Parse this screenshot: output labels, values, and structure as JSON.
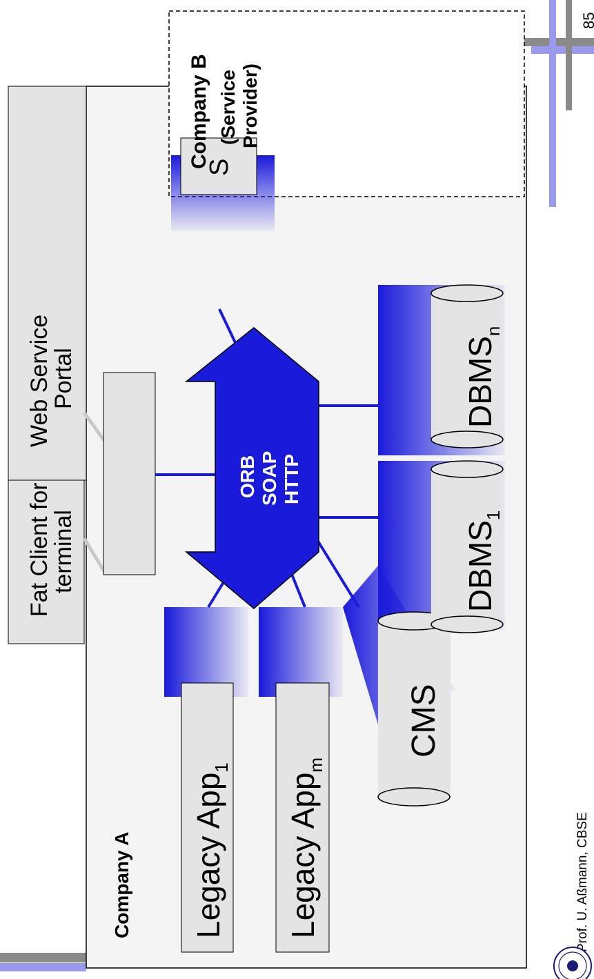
{
  "company_a": {
    "label": "Company A"
  },
  "company_b": {
    "label": "Company B",
    "sublabel_line1": "(Service",
    "sublabel_line2": "Provider)"
  },
  "fat_client": {
    "line1": "Fat Client for",
    "line2": "terminal"
  },
  "web_portal": {
    "line1": "Web Service",
    "line2": "Portal"
  },
  "bus": {
    "line1": "ORB",
    "line2": "SOAP",
    "line3": "HTTP"
  },
  "service_port": {
    "label": "S"
  },
  "legacy_app_1": {
    "base": "Legacy App",
    "sub": "1"
  },
  "legacy_app_m": {
    "base": "Legacy App",
    "sub": "m"
  },
  "cms": {
    "label": "CMS"
  },
  "dbms_1": {
    "base": "DBMS",
    "sub": "1"
  },
  "dbms_n": {
    "base": "DBMS",
    "sub": "n"
  },
  "footer": {
    "author": "Prof. U. Aßmann, CBSE",
    "page_number": "85"
  },
  "colors": {
    "accent_blue": "#1a1adb",
    "light_gray_fill": "#e4e4e4",
    "panel_fill": "#f4f4f4",
    "decor_lavender": "#9999ee",
    "decor_gray": "#8a8a8a"
  }
}
